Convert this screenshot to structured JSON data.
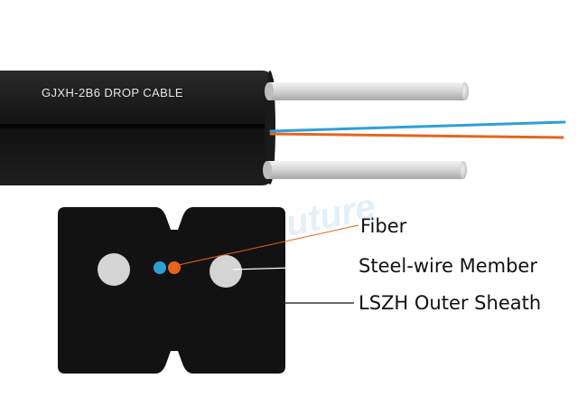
{
  "cable": {
    "print_text": "GJXH-2B6 DROP CABLE",
    "jacket_color": "#141414",
    "steel_wire_color": "#dcdcdc",
    "fiber_colors": [
      "#2f9fd8",
      "#e8641e"
    ]
  },
  "watermark": {
    "text": "Fiberfuture",
    "color": "#9fc6e6"
  },
  "labels": {
    "fiber": "Fiber",
    "steel_wire": "Steel-wire Member",
    "outer_sheath": "LSZH Outer Sheath"
  },
  "colors": {
    "fiber_leader": "#e8641e",
    "text": "#111111"
  }
}
